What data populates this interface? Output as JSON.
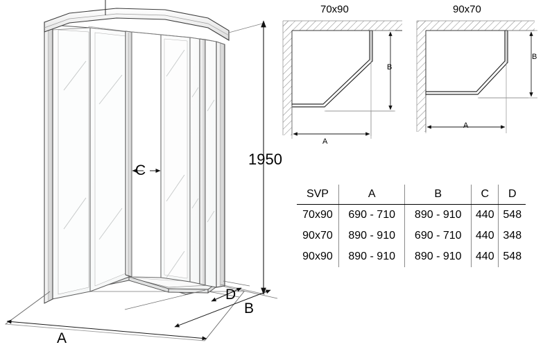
{
  "drawing": {
    "height_label": "1950",
    "iso_dims": {
      "width_label": "A",
      "depth_label": "B",
      "corner_label": "D",
      "door_label": "C"
    }
  },
  "plan_views": [
    {
      "title": "70x90",
      "width_label": "A",
      "depth_label": "B"
    },
    {
      "title": "90x70",
      "width_label": "A",
      "depth_label": "B"
    }
  ],
  "table": {
    "headers": [
      "SVP",
      "A",
      "B",
      "C",
      "D"
    ],
    "rows": [
      [
        "70x90",
        "690 - 710",
        "890 - 910",
        "440",
        "548"
      ],
      [
        "90x70",
        "890 - 910",
        "690 - 710",
        "440",
        "348"
      ],
      [
        "90x90",
        "890 - 910",
        "890 - 910",
        "440",
        "548"
      ]
    ]
  },
  "colors": {
    "line": "#1a1a1a",
    "thin": "#6e6e6e",
    "glass": "#fbfcfc",
    "frame": "#e8eaea",
    "hatch": "#8c8c8c"
  }
}
